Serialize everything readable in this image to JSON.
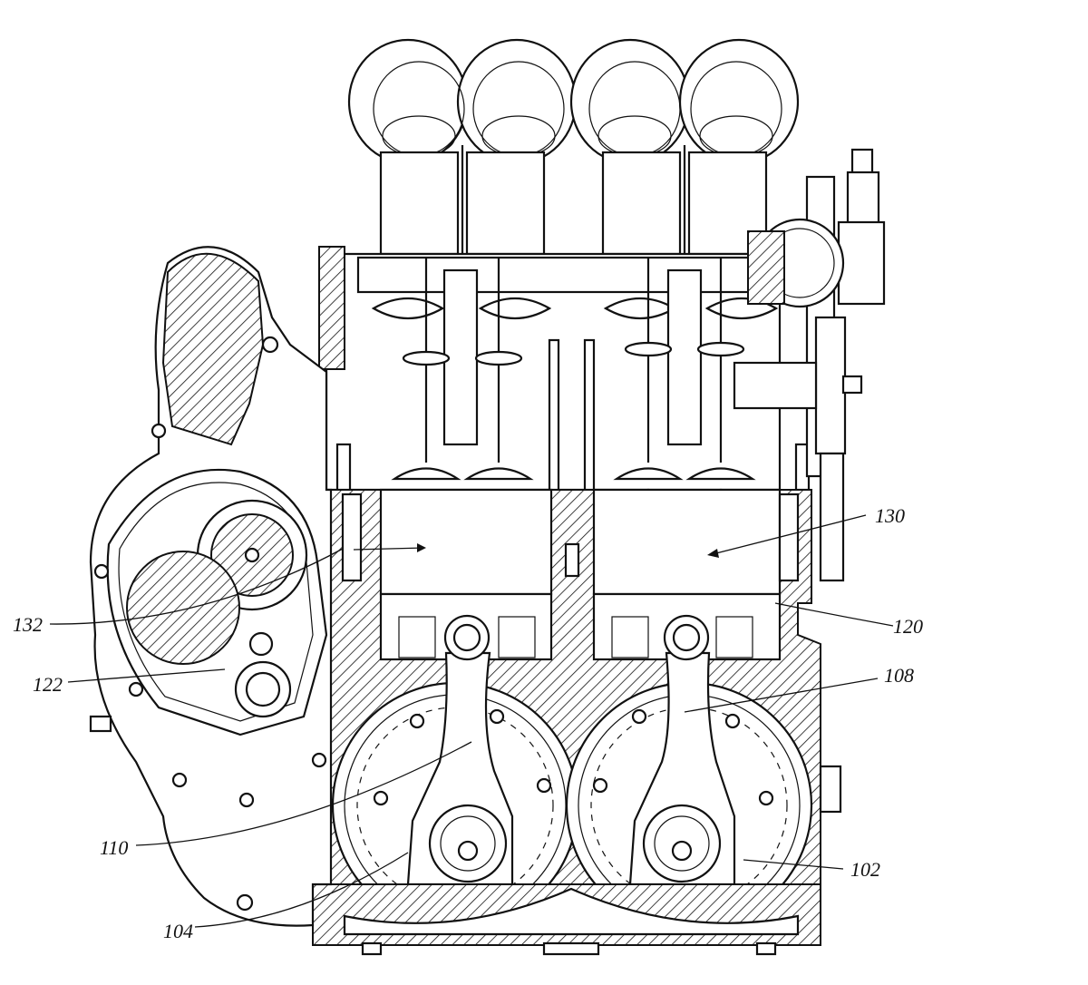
{
  "labels": {
    "l102": "102",
    "l104": "104",
    "l108": "108",
    "l110": "110",
    "l120": "120",
    "l122": "122",
    "l130": "130",
    "l132": "132"
  }
}
